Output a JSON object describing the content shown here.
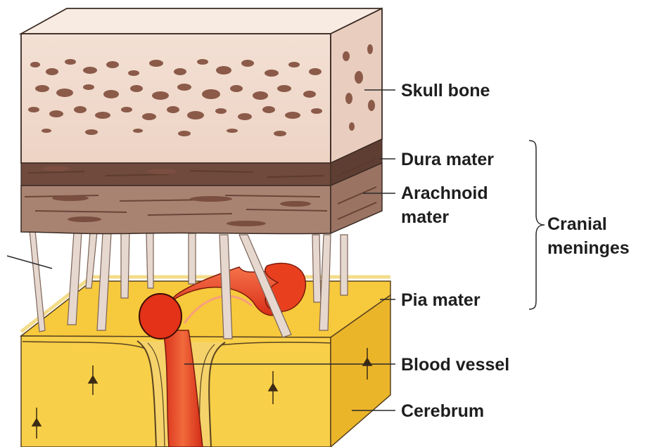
{
  "diagram": {
    "labels": {
      "skull_bone": "Skull bone",
      "dura_mater": "Dura mater",
      "arachnoid_line1": "Arachnoid",
      "arachnoid_line2": "mater",
      "pia_mater": "Pia mater",
      "cranial_line1": "Cranial",
      "cranial_line2": "meninges",
      "blood_vessel": "Blood vessel",
      "cerebrum": "Cerebrum"
    },
    "colors": {
      "bone": "#f0d9cc",
      "bone_side": "#e6c9bb",
      "bone_pores": "#8b5a48",
      "dura": "#6e4a3e",
      "arachnoid": "#a87f6e",
      "trabeculae": "#e8dcd4",
      "cerebrum": "#f7cd45",
      "cerebrum_side": "#eab52c",
      "blood_vessel": "#e83a1c"
    }
  }
}
